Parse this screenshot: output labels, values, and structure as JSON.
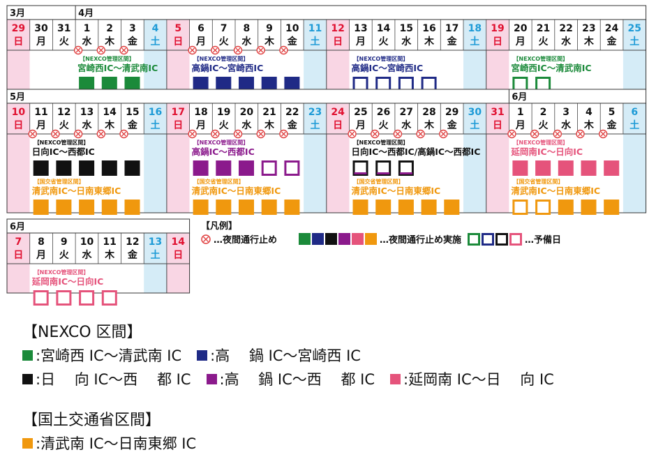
{
  "colors": {
    "green": "#1b8a3a",
    "navy": "#1f2a86",
    "black": "#111111",
    "purple": "#8b1a8c",
    "pink": "#e5537b",
    "orange": "#f0980e",
    "sun_bg": "#f9d6e4",
    "sat_bg": "#d5ecf7",
    "sun_text": "#e01030",
    "sat_text": "#1d9ad6",
    "closure_mark": "#e04040"
  },
  "rows": [
    {
      "month_labels": [
        {
          "col": 0,
          "text": "3月"
        },
        {
          "col": 3,
          "text": "4月"
        }
      ],
      "days": [
        {
          "d": "29",
          "w": "日",
          "t": "sun",
          "mark": false
        },
        {
          "d": "30",
          "w": "月",
          "t": "wd",
          "mark": false
        },
        {
          "d": "31",
          "w": "火",
          "t": "wd",
          "mark": false
        },
        {
          "d": "1",
          "w": "水",
          "t": "wd",
          "mark": true
        },
        {
          "d": "2",
          "w": "木",
          "t": "wd",
          "mark": true
        },
        {
          "d": "3",
          "w": "金",
          "t": "wd",
          "mark": true
        },
        {
          "d": "4",
          "w": "土",
          "t": "sat",
          "mark": false
        },
        {
          "d": "5",
          "w": "日",
          "t": "sun",
          "mark": false
        },
        {
          "d": "6",
          "w": "月",
          "t": "wd",
          "mark": true
        },
        {
          "d": "7",
          "w": "火",
          "t": "wd",
          "mark": true
        },
        {
          "d": "8",
          "w": "水",
          "t": "wd",
          "mark": true
        },
        {
          "d": "9",
          "w": "木",
          "t": "wd",
          "mark": true
        },
        {
          "d": "10",
          "w": "金",
          "t": "wd",
          "mark": true
        },
        {
          "d": "11",
          "w": "土",
          "t": "sat",
          "mark": false
        },
        {
          "d": "12",
          "w": "日",
          "t": "sun",
          "mark": false
        },
        {
          "d": "13",
          "w": "月",
          "t": "wd",
          "mark": false
        },
        {
          "d": "14",
          "w": "火",
          "t": "wd",
          "mark": false
        },
        {
          "d": "15",
          "w": "水",
          "t": "wd",
          "mark": false
        },
        {
          "d": "16",
          "w": "木",
          "t": "wd",
          "mark": false
        },
        {
          "d": "17",
          "w": "金",
          "t": "wd",
          "mark": false
        },
        {
          "d": "18",
          "w": "土",
          "t": "sat",
          "mark": false
        },
        {
          "d": "19",
          "w": "日",
          "t": "sun",
          "mark": false
        },
        {
          "d": "20",
          "w": "月",
          "t": "wd",
          "mark": false
        },
        {
          "d": "21",
          "w": "火",
          "t": "wd",
          "mark": false
        },
        {
          "d": "22",
          "w": "水",
          "t": "wd",
          "mark": false
        },
        {
          "d": "23",
          "w": "木",
          "t": "wd",
          "mark": false
        },
        {
          "d": "24",
          "w": "金",
          "t": "wd",
          "mark": false
        },
        {
          "d": "25",
          "w": "土",
          "t": "sat",
          "mark": false
        }
      ],
      "groups": [
        {
          "col": 3,
          "tag": "【NEXCO管理区間】",
          "color": "green",
          "route": "宮崎西IC～清武南IC",
          "cells": [
            "f",
            "f",
            "f"
          ]
        },
        {
          "col": 8,
          "tag": "【NEXCO管理区間】",
          "color": "navy",
          "route": "高鍋IC～宮崎西IC",
          "cells": [
            "f",
            "f",
            "f",
            "f",
            "f"
          ]
        },
        {
          "col": 15,
          "tag": "【NEXCO管理区間】",
          "color": "navy",
          "route": "高鍋IC～宮崎西IC",
          "cells": [
            "o",
            "o",
            "o",
            "o"
          ]
        },
        {
          "col": 22,
          "tag": "【NEXCO管理区間】",
          "color": "green",
          "route": "宮崎西IC～清武南IC",
          "cells": [
            "o",
            "o"
          ]
        }
      ]
    },
    {
      "month_labels": [
        {
          "col": 0,
          "text": "5月"
        },
        {
          "col": 22,
          "text": "6月"
        }
      ],
      "days": [
        {
          "d": "10",
          "w": "日",
          "t": "sun",
          "mark": false
        },
        {
          "d": "11",
          "w": "月",
          "t": "wd",
          "mark": true
        },
        {
          "d": "12",
          "w": "火",
          "t": "wd",
          "mark": true
        },
        {
          "d": "13",
          "w": "水",
          "t": "wd",
          "mark": true
        },
        {
          "d": "14",
          "w": "木",
          "t": "wd",
          "mark": true
        },
        {
          "d": "15",
          "w": "金",
          "t": "wd",
          "mark": true
        },
        {
          "d": "16",
          "w": "土",
          "t": "sat",
          "mark": false
        },
        {
          "d": "17",
          "w": "日",
          "t": "sun",
          "mark": false
        },
        {
          "d": "18",
          "w": "月",
          "t": "wd",
          "mark": true
        },
        {
          "d": "19",
          "w": "火",
          "t": "wd",
          "mark": true
        },
        {
          "d": "20",
          "w": "水",
          "t": "wd",
          "mark": true
        },
        {
          "d": "21",
          "w": "木",
          "t": "wd",
          "mark": true
        },
        {
          "d": "22",
          "w": "金",
          "t": "wd",
          "mark": true
        },
        {
          "d": "23",
          "w": "土",
          "t": "sat",
          "mark": false
        },
        {
          "d": "24",
          "w": "日",
          "t": "sun",
          "mark": false
        },
        {
          "d": "25",
          "w": "月",
          "t": "wd",
          "mark": true
        },
        {
          "d": "26",
          "w": "火",
          "t": "wd",
          "mark": true
        },
        {
          "d": "27",
          "w": "水",
          "t": "wd",
          "mark": true
        },
        {
          "d": "28",
          "w": "木",
          "t": "wd",
          "mark": true
        },
        {
          "d": "29",
          "w": "金",
          "t": "wd",
          "mark": true
        },
        {
          "d": "30",
          "w": "土",
          "t": "sat",
          "mark": false
        },
        {
          "d": "31",
          "w": "日",
          "t": "sun",
          "mark": false
        },
        {
          "d": "1",
          "w": "月",
          "t": "wd",
          "mark": true
        },
        {
          "d": "2",
          "w": "火",
          "t": "wd",
          "mark": true
        },
        {
          "d": "3",
          "w": "水",
          "t": "wd",
          "mark": true
        },
        {
          "d": "4",
          "w": "木",
          "t": "wd",
          "mark": true
        },
        {
          "d": "5",
          "w": "金",
          "t": "wd",
          "mark": true
        },
        {
          "d": "6",
          "w": "土",
          "t": "sat",
          "mark": false
        }
      ],
      "groups": [
        {
          "col": 1,
          "tag": "【NEXCO管理区間】",
          "color": "black",
          "route": "日向IC～西都IC",
          "cells": [
            "f",
            "f",
            "f",
            "f",
            "f"
          ]
        },
        {
          "col": 1,
          "sub": true,
          "tag": "【国交省管理区間】",
          "color": "orange",
          "route": "清武南IC～日南東郷IC",
          "cells": [
            "f",
            "f",
            "f",
            "f",
            "f"
          ]
        },
        {
          "col": 8,
          "tag": "【NEXCO管理区間】",
          "color": "purple",
          "route": "高鍋IC～西都IC",
          "cells": [
            "f",
            "f",
            "f",
            "o",
            "o"
          ]
        },
        {
          "col": 8,
          "sub": true,
          "tag": "【国交省管理区間】",
          "color": "orange",
          "route": "清武南IC～日南東郷IC",
          "cells": [
            "f",
            "f",
            "f",
            "f",
            "f"
          ]
        },
        {
          "col": 15,
          "tag": "【NEXCO管理区間】",
          "color": "black",
          "route": "日向IC～西都IC/高鍋IC～西都IC",
          "cells": [
            "ob",
            "ob",
            "ob"
          ]
        },
        {
          "col": 15,
          "sub": true,
          "tag": "【国交省管理区間】",
          "color": "orange",
          "route": "清武南IC～日南東郷IC",
          "cells": [
            "f",
            "f",
            "f",
            "f",
            "f"
          ]
        },
        {
          "col": 22,
          "tag": "【NEXCO管理区間】",
          "color": "pink",
          "route": "延岡南IC～日向IC",
          "cells": [
            "f",
            "f",
            "f",
            "f",
            "f"
          ]
        },
        {
          "col": 22,
          "sub": true,
          "tag": "【国交省管理区間】",
          "color": "orange",
          "route": "清武南IC～日南東郷IC",
          "cells": [
            "o",
            "o",
            "f",
            "f",
            "f"
          ]
        }
      ]
    },
    {
      "month_labels": [
        {
          "col": 0,
          "text": "6月"
        }
      ],
      "days": [
        {
          "d": "7",
          "w": "日",
          "t": "sun",
          "mark": false
        },
        {
          "d": "8",
          "w": "月",
          "t": "wd",
          "mark": false
        },
        {
          "d": "9",
          "w": "火",
          "t": "wd",
          "mark": false
        },
        {
          "d": "10",
          "w": "水",
          "t": "wd",
          "mark": false
        },
        {
          "d": "11",
          "w": "木",
          "t": "wd",
          "mark": false
        },
        {
          "d": "12",
          "w": "金",
          "t": "wd",
          "mark": false
        },
        {
          "d": "13",
          "w": "土",
          "t": "sat",
          "mark": false
        },
        {
          "d": "14",
          "w": "日",
          "t": "sun",
          "mark": false
        }
      ],
      "groups": [
        {
          "col": 1,
          "tag": "【NEXCO管理区間】",
          "color": "pink",
          "route": "延岡南IC～日向IC",
          "cells": [
            "o",
            "o",
            "o",
            "o"
          ]
        }
      ]
    }
  ],
  "legend": {
    "title": "【凡例】",
    "closure_text": "…夜間通行止め",
    "implemented_text": "…夜間通行止め実施",
    "implemented_colors": [
      "green",
      "navy",
      "black",
      "purple",
      "pink",
      "orange"
    ],
    "reserve_text": "…予備日",
    "reserve_colors": [
      "green",
      "navy",
      "black",
      "pink"
    ]
  },
  "key": {
    "nexco_heading": "【NEXCO 区間】",
    "nexco_lines": [
      [
        {
          "color": "green",
          "text": ":宮崎西 IC～清武南 IC"
        },
        {
          "color": "navy",
          "text": ":高　 鍋 IC～宮崎西 IC"
        }
      ],
      [
        {
          "color": "black",
          "text": ":日　 向 IC～西　 都 IC"
        },
        {
          "color": "purple",
          "text": ":高　 鍋 IC～西　 都 IC"
        },
        {
          "color": "pink",
          "text": ":延岡南 IC～日　 向 IC"
        }
      ]
    ],
    "mlit_heading": "【国土交通省区間】",
    "mlit_lines": [
      [
        {
          "color": "orange",
          "text": ":清武南 IC～日南東郷 IC"
        }
      ]
    ]
  }
}
